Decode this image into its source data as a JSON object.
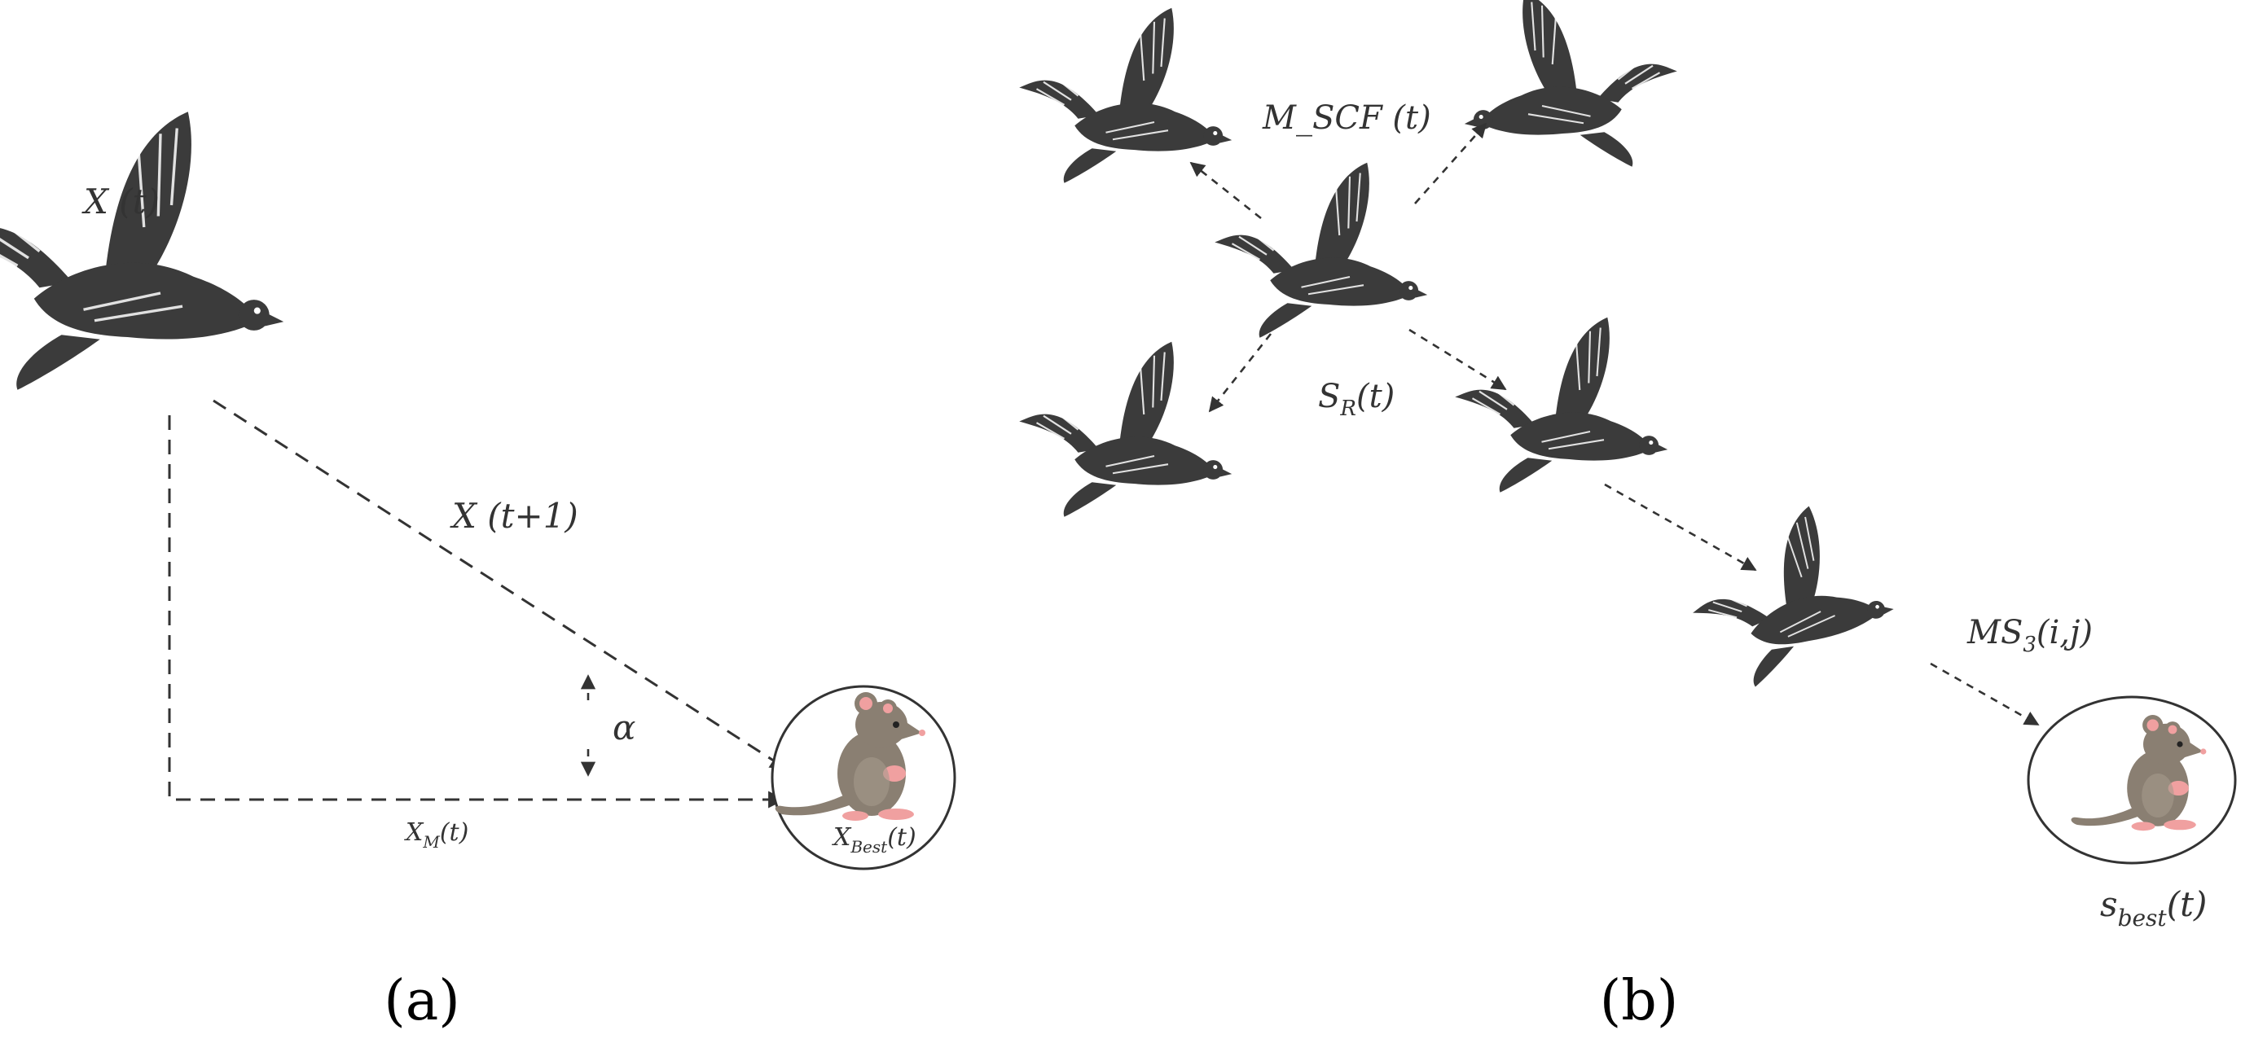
{
  "panel_a": {
    "label_xt": "X (t)",
    "label_xt1": "X (t+1)",
    "label_alpha": "α",
    "label_xm_main": "X",
    "label_xm_sub": "M",
    "label_xm_tail": "(t)",
    "label_xbest_main": "X",
    "label_xbest_sub": "Best",
    "label_xbest_tail": "(t)",
    "caption": "(a)"
  },
  "panel_b": {
    "label_mscf": "M_SCF (t)",
    "label_sr_main": "S",
    "label_sr_sub": "R",
    "label_sr_tail": "(t)",
    "label_ms3_main": "MS",
    "label_ms3_sub": "3",
    "label_ms3_tail": "(i,j)",
    "label_sbest_main": "s",
    "label_sbest_sub": "best",
    "label_sbest_tail": "(t)",
    "caption": "(b)"
  },
  "colors": {
    "bird": "#3b3b3b",
    "rat_body": "#8a7f72",
    "rat_pink": "#f0a0a0",
    "line": "#333333"
  }
}
